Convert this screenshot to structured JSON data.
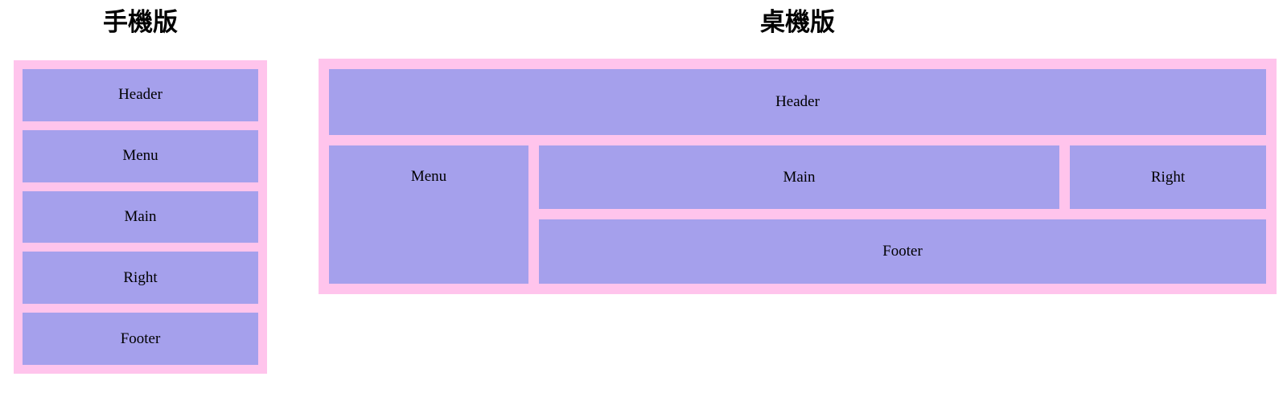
{
  "colors": {
    "page_background": "#ffffff",
    "panel_pink": "#ffc4ec",
    "box_purple": "#a5a0ec",
    "text_black": "#000000"
  },
  "mobile": {
    "title": "手機版",
    "labels": [
      "Header",
      "Menu",
      "Main",
      "Right",
      "Footer"
    ]
  },
  "desktop": {
    "title": "桌機版",
    "labels": {
      "header": "Header",
      "menu": "Menu",
      "main": "Main",
      "right": "Right",
      "footer": "Footer"
    }
  }
}
